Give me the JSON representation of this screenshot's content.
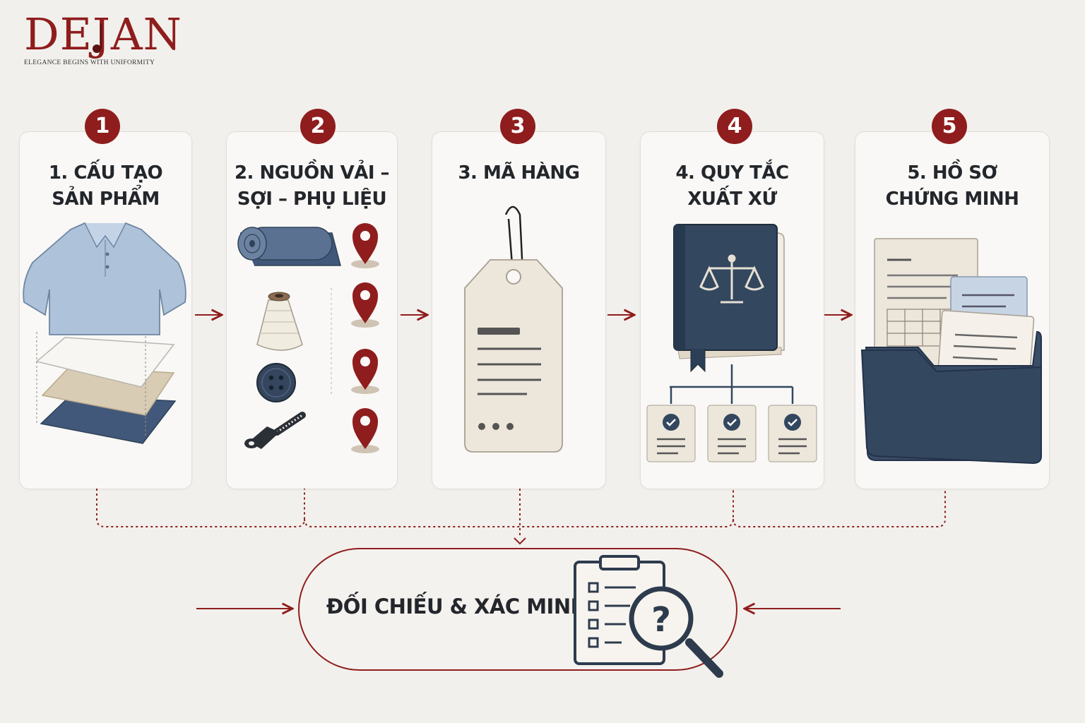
{
  "brand": {
    "name": "DEJAN",
    "tagline": "ELEGANCE BEGINS WITH UNIFORMITY"
  },
  "steps": [
    {
      "number": "1",
      "title": "1. CẤU TẠO\nSẢN PHẨM"
    },
    {
      "number": "2",
      "title": "2. NGUỒN VẢI –\nSỢI – PHỤ LIỆU"
    },
    {
      "number": "3",
      "title": "3. MÃ HÀNG"
    },
    {
      "number": "4",
      "title": "4. QUY TẮC\nXUẤT XỨ"
    },
    {
      "number": "5",
      "title": "5. HỒ SƠ\nCHỨNG MINH"
    }
  ],
  "result": {
    "label": "ĐỐI CHIẾU & XÁC MINH"
  },
  "colors": {
    "accent": "#8f1d1d",
    "navy": "#2f4259",
    "light_blue": "#a9bfd6",
    "paper": "#ece5da",
    "background": "#f2f0ec"
  },
  "icons": [
    "polo-shirt-icon",
    "fabric-layers-icon",
    "fabric-roll-icon",
    "thread-spool-icon",
    "button-icon",
    "zipper-icon",
    "location-pin-icon",
    "hang-tag-icon",
    "law-book-icon",
    "scales-icon",
    "checklist-icon",
    "folder-icon",
    "document-icon",
    "clipboard-icon",
    "magnifier-icon"
  ]
}
